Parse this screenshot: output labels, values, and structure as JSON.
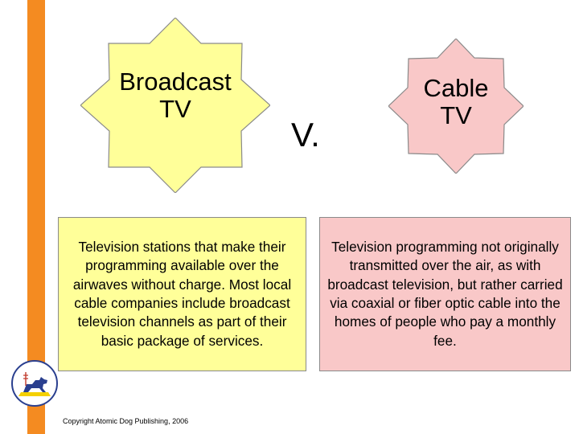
{
  "colors": {
    "accent_bar": "#f48b21",
    "broadcast_fill": "#ffff99",
    "cable_fill": "#f9c8c8",
    "star_stroke": "#8a8a8a"
  },
  "broadcast": {
    "title": "Broadcast\nTV",
    "definition": "Television stations that make their programming available over the airwaves without charge. Most local cable companies include broadcast television channels as part of their basic package of services."
  },
  "versus_label": "V.",
  "cable": {
    "title": "Cable\nTV",
    "definition": "Television programming not originally transmitted over the air, as with broadcast television, but rather carried via coaxial or fiber optic cable into the homes of people who pay a monthly fee."
  },
  "footer": {
    "logo_icon": "atomic-dog-logo-icon",
    "copyright": "Copyright Atomic Dog Publishing, 2006"
  }
}
